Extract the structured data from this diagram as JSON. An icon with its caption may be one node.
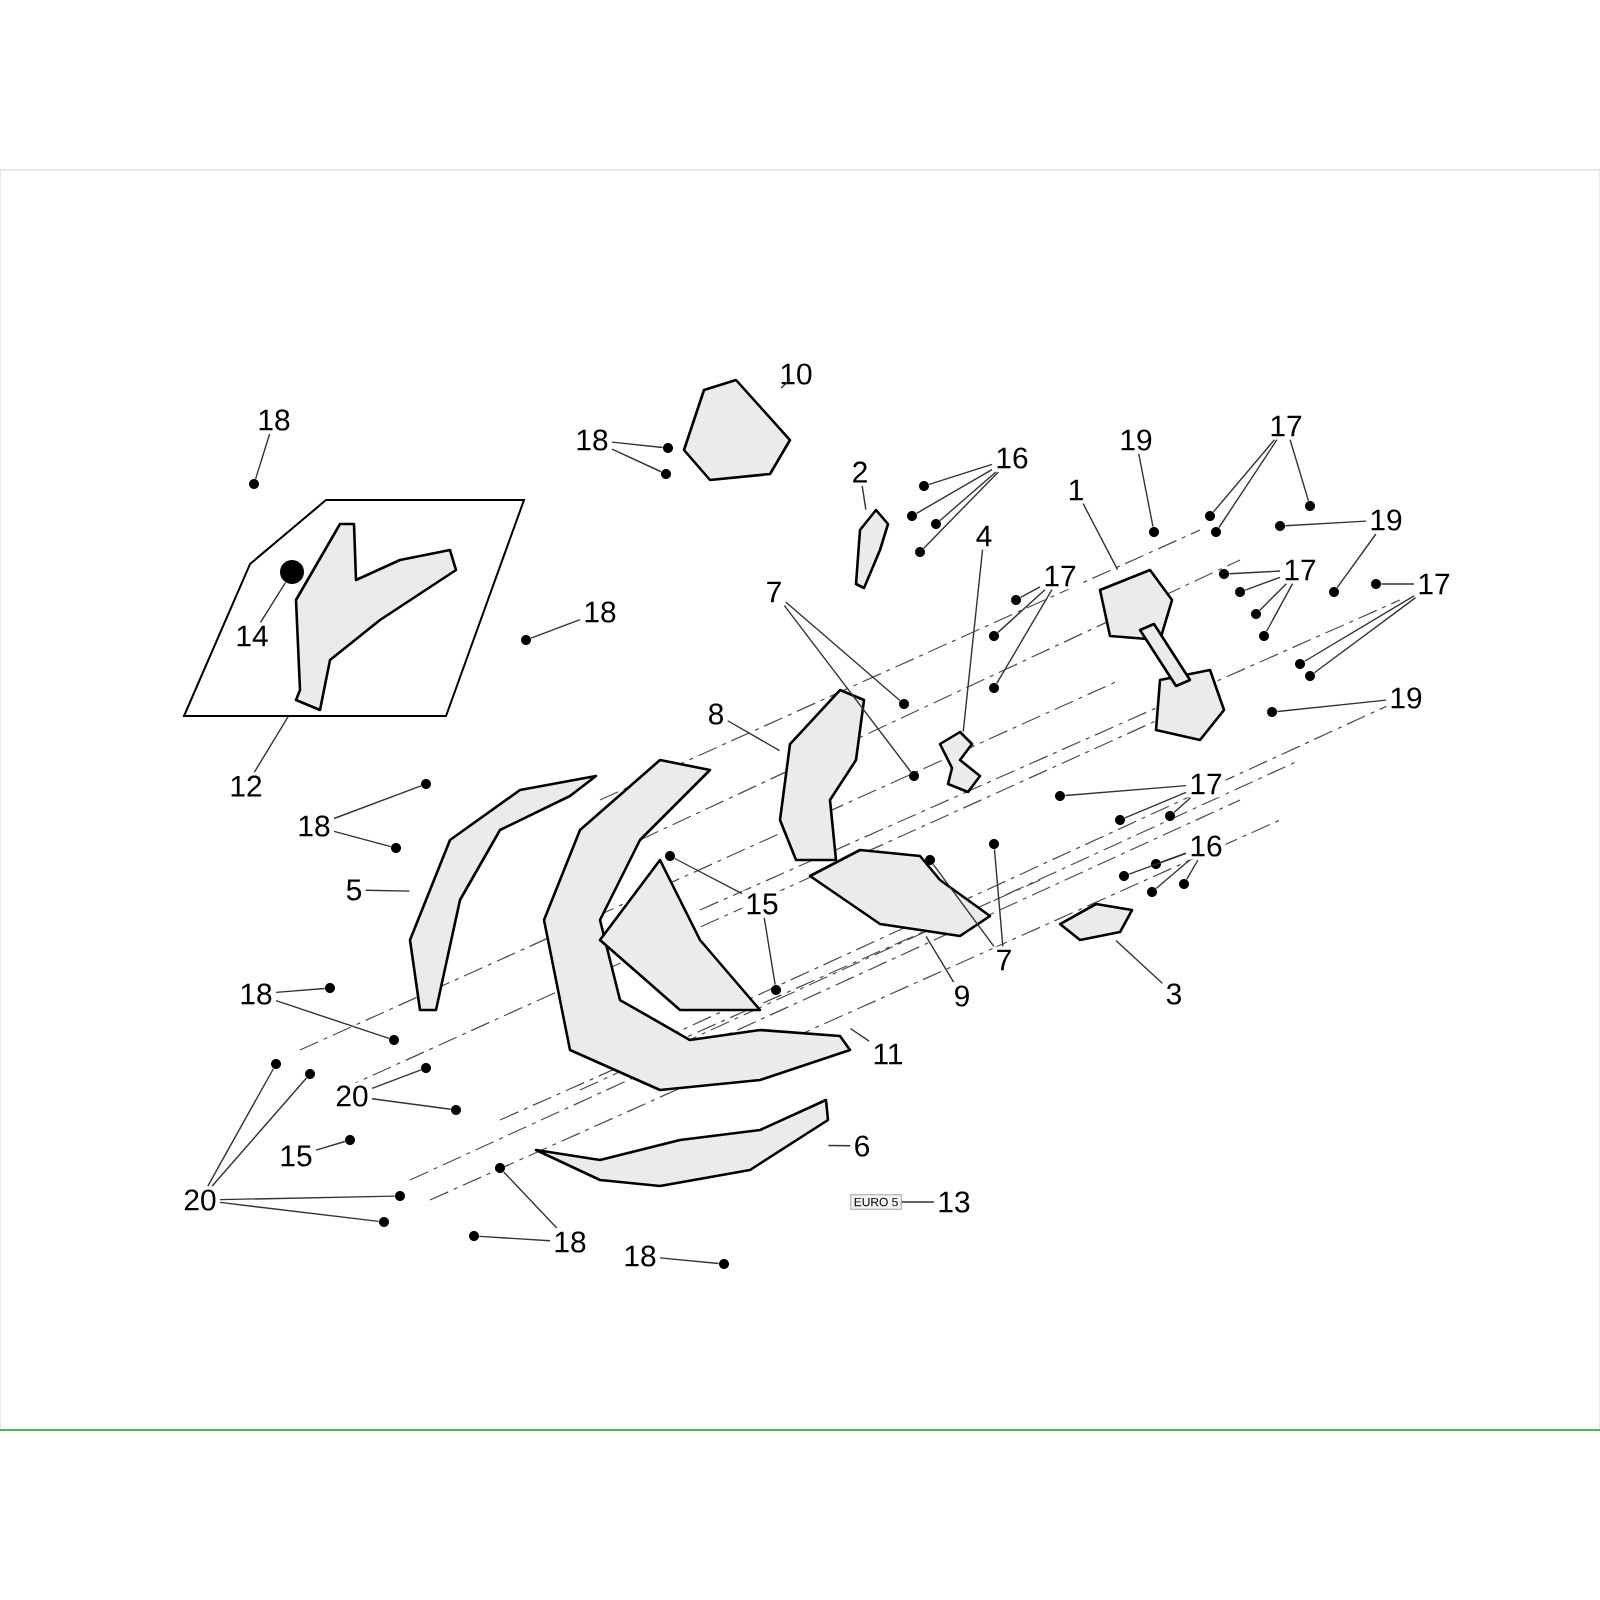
{
  "diagram": {
    "nodes": [
      {
        "text": [
          "1"
        ]
      },
      {
        "text": [
          "2"
        ]
      },
      {
        "text": [
          "3"
        ]
      },
      {
        "text": [
          "4"
        ]
      },
      {
        "text": [
          "5"
        ]
      },
      {
        "text": [
          "6"
        ]
      },
      {
        "text": [
          "7"
        ]
      },
      {
        "text": [
          "7"
        ]
      },
      {
        "text": [
          "8"
        ]
      },
      {
        "text": [
          "9"
        ]
      },
      {
        "text": [
          "10"
        ]
      },
      {
        "text": [
          "11"
        ]
      },
      {
        "text": [
          "12"
        ]
      },
      {
        "text": [
          "13"
        ]
      },
      {
        "text": [
          "14"
        ],
        "in": 46
      },
      {
        "text": [
          "15"
        ]
      },
      {
        "text": [
          "15"
        ]
      },
      {
        "text": [
          "16"
        ]
      },
      {
        "text": [
          "16"
        ]
      },
      {
        "text": [
          "17"
        ]
      },
      {
        "text": [
          "17"
        ]
      },
      {
        "text": [
          "17"
        ]
      },
      {
        "text": [
          "17"
        ]
      },
      {
        "text": [
          "17"
        ]
      },
      {
        "text": [
          "18"
        ]
      },
      {
        "text": [
          "18"
        ]
      },
      {
        "text": [
          "18"
        ]
      },
      {
        "text": [
          "18"
        ]
      },
      {
        "text": [
          "18"
        ]
      },
      {
        "text": [
          "18"
        ]
      },
      {
        "text": [
          "18"
        ]
      },
      {
        "text": [
          "19"
        ]
      },
      {
        "text": [
          "19"
        ]
      },
      {
        "text": [
          "19"
        ]
      },
      {
        "text": [
          "20"
        ]
      },
      {
        "text": [
          "20"
        ]
      },
      {
        "text": [],
        "shape": "picture"
      },
      {
        "text": [],
        "shape": "picture"
      },
      {
        "text": [],
        "shape": "picture"
      },
      {
        "text": [],
        "shape": "picture"
      },
      {
        "text": [],
        "shape": "picture"
      },
      {
        "text": [],
        "shape": "picture"
      },
      {
        "text": [],
        "shape": "picture"
      },
      {
        "text": [],
        "shape": "picture"
      },
      {
        "text": [],
        "shape": "picture"
      },
      {
        "text": [],
        "shape": "picture"
      },
      {
        "text": [],
        "shape": "box"
      },
      {
        "text": [],
        "shape": "picture",
        "in": 46
      },
      {
        "text": [],
        "shape": "circle",
        "in": 46
      },
      {
        "text": [
          "EURO 5"
        ]
      },
      {
        "text": [],
        "shape": "circle"
      },
      {
        "text": [],
        "shape": "circle"
      },
      {
        "text": [],
        "shape": "circle"
      },
      {
        "text": [],
        "shape": "circle"
      },
      {
        "text": [],
        "shape": "circle"
      },
      {
        "text": [],
        "shape": "circle"
      },
      {
        "text": [],
        "shape": "circle"
      },
      {
        "text": [],
        "shape": "circle"
      },
      {
        "text": [],
        "shape": "circle"
      },
      {
        "text": [],
        "shape": "circle"
      },
      {
        "text": [],
        "shape": "circle"
      },
      {
        "text": [],
        "shape": "circle"
      },
      {
        "text": [],
        "shape": "circle"
      },
      {
        "text": [],
        "shape": "circle"
      },
      {
        "text": [],
        "shape": "circle"
      },
      {
        "text": [],
        "shape": "circle"
      },
      {
        "text": [],
        "shape": "circle"
      },
      {
        "text": [],
        "shape": "circle"
      },
      {
        "text": [],
        "shape": "circle"
      },
      {
        "text": [],
        "shape": "circle"
      },
      {
        "text": [],
        "shape": "circle"
      },
      {
        "text": [],
        "shape": "circle"
      },
      {
        "text": [],
        "shape": "circle"
      },
      {
        "text": [],
        "shape": "circle"
      },
      {
        "text": [],
        "shape": "circle"
      },
      {
        "text": [],
        "shape": "circle"
      },
      {
        "text": [],
        "shape": "circle"
      },
      {
        "text": [],
        "shape": "circle"
      },
      {
        "text": [],
        "shape": "circle"
      },
      {
        "text": [],
        "shape": "circle"
      },
      {
        "text": [],
        "shape": "circle"
      },
      {
        "text": [],
        "shape": "circle"
      },
      {
        "text": [],
        "shape": "circle"
      },
      {
        "text": [],
        "shape": "circle"
      },
      {
        "text": [],
        "shape": "circle"
      },
      {
        "text": [],
        "shape": "circle"
      },
      {
        "text": [],
        "shape": "circle"
      },
      {
        "text": [],
        "shape": "circle"
      },
      {
        "text": [],
        "shape": "circle"
      },
      {
        "text": [],
        "shape": "circle"
      },
      {
        "text": [],
        "shape": "circle"
      },
      {
        "text": [],
        "shape": "circle"
      },
      {
        "text": [],
        "shape": "circle"
      },
      {
        "text": [],
        "shape": "circle"
      },
      {
        "text": [],
        "shape": "circle"
      },
      {
        "text": [],
        "shape": "circle"
      },
      {
        "text": [],
        "shape": "circle"
      },
      {
        "text": [],
        "shape": "circle"
      },
      {
        "text": [],
        "shape": "circle"
      },
      {
        "text": [],
        "shape": "circle"
      },
      {
        "text": [],
        "shape": "circle"
      },
      {
        "text": [],
        "shape": "circle"
      }
    ],
    "edges": [
      {
        "from": 0,
        "to": 36,
        "arrow": "none"
      },
      {
        "from": 1,
        "to": 37,
        "arrow": "none"
      },
      {
        "from": 2,
        "to": 38,
        "arrow": "none"
      },
      {
        "from": 3,
        "to": 39,
        "arrow": "none"
      },
      {
        "from": 4,
        "to": 40,
        "arrow": "none"
      },
      {
        "from": 5,
        "to": 41,
        "arrow": "none"
      },
      {
        "from": 6,
        "to": 50,
        "arrow": "none"
      },
      {
        "from": 6,
        "to": 51,
        "arrow": "none"
      },
      {
        "from": 7,
        "to": 52,
        "arrow": "none"
      },
      {
        "from": 7,
        "to": 53,
        "arrow": "none"
      },
      {
        "from": 8,
        "to": 42,
        "arrow": "none"
      },
      {
        "from": 9,
        "to": 43,
        "arrow": "none"
      },
      {
        "from": 10,
        "to": 44,
        "arrow": "none"
      },
      {
        "from": 11,
        "to": 45,
        "arrow": "none"
      },
      {
        "from": 12,
        "to": 46,
        "arrow": "none"
      },
      {
        "from": 13,
        "to": 49,
        "arrow": "none"
      },
      {
        "from": 14,
        "to": 48,
        "arrow": "none"
      },
      {
        "from": 15,
        "to": 54,
        "arrow": "none"
      },
      {
        "from": 15,
        "to": 55,
        "arrow": "none"
      },
      {
        "from": 16,
        "to": 56,
        "arrow": "none"
      },
      {
        "from": 17,
        "to": 57,
        "arrow": "none"
      },
      {
        "from": 17,
        "to": 58,
        "arrow": "none"
      },
      {
        "from": 17,
        "to": 59,
        "arrow": "none"
      },
      {
        "from": 17,
        "to": 60,
        "arrow": "none"
      },
      {
        "from": 18,
        "to": 61,
        "arrow": "none"
      },
      {
        "from": 18,
        "to": 62,
        "arrow": "none"
      },
      {
        "from": 18,
        "to": 63,
        "arrow": "none"
      },
      {
        "from": 18,
        "to": 64,
        "arrow": "none"
      },
      {
        "from": 19,
        "to": 65,
        "arrow": "none"
      },
      {
        "from": 19,
        "to": 66,
        "arrow": "none"
      },
      {
        "from": 19,
        "to": 67,
        "arrow": "none"
      },
      {
        "from": 20,
        "to": 68,
        "arrow": "none"
      },
      {
        "from": 20,
        "to": 69,
        "arrow": "none"
      },
      {
        "from": 20,
        "to": 70,
        "arrow": "none"
      },
      {
        "from": 21,
        "to": 71,
        "arrow": "none"
      },
      {
        "from": 21,
        "to": 72,
        "arrow": "none"
      },
      {
        "from": 21,
        "to": 73,
        "arrow": "none"
      },
      {
        "from": 21,
        "to": 74,
        "arrow": "none"
      },
      {
        "from": 22,
        "to": 75,
        "arrow": "none"
      },
      {
        "from": 22,
        "to": 76,
        "arrow": "none"
      },
      {
        "from": 22,
        "to": 77,
        "arrow": "none"
      },
      {
        "from": 23,
        "to": 78,
        "arrow": "none"
      },
      {
        "from": 23,
        "to": 79,
        "arrow": "none"
      },
      {
        "from": 23,
        "to": 80,
        "arrow": "none"
      },
      {
        "from": 24,
        "to": 81,
        "arrow": "none"
      },
      {
        "from": 25,
        "to": 82,
        "arrow": "none"
      },
      {
        "from": 25,
        "to": 83,
        "arrow": "none"
      },
      {
        "from": 26,
        "to": 84,
        "arrow": "none"
      },
      {
        "from": 27,
        "to": 85,
        "arrow": "none"
      },
      {
        "from": 27,
        "to": 86,
        "arrow": "none"
      },
      {
        "from": 28,
        "to": 87,
        "arrow": "none"
      },
      {
        "from": 28,
        "to": 88,
        "arrow": "none"
      },
      {
        "from": 29,
        "to": 89,
        "arrow": "none"
      },
      {
        "from": 29,
        "to": 90,
        "arrow": "none"
      },
      {
        "from": 30,
        "to": 91,
        "arrow": "none"
      },
      {
        "from": 31,
        "to": 92,
        "arrow": "none"
      },
      {
        "from": 32,
        "to": 93,
        "arrow": "none"
      },
      {
        "from": 32,
        "to": 94,
        "arrow": "none"
      },
      {
        "from": 33,
        "to": 95,
        "arrow": "none"
      },
      {
        "from": 34,
        "to": 96,
        "arrow": "none"
      },
      {
        "from": 34,
        "to": 97,
        "arrow": "none"
      },
      {
        "from": 35,
        "to": 98,
        "arrow": "none"
      },
      {
        "from": 35,
        "to": 99,
        "arrow": "none"
      },
      {
        "from": 35,
        "to": 100,
        "arrow": "none"
      },
      {
        "from": 35,
        "to": 101,
        "arrow": "none"
      }
    ]
  }
}
